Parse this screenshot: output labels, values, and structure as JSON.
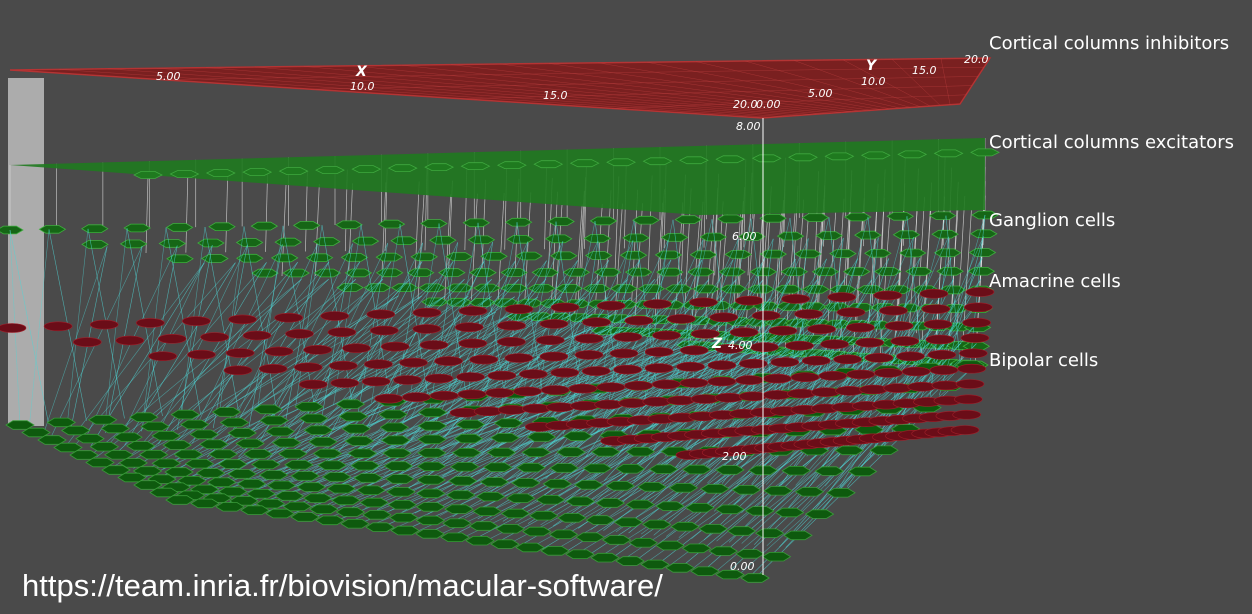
{
  "layer_labels": {
    "cortical_inhibitors": "Cortical columns inhibitors",
    "cortical_excitators": "Cortical columns excitators",
    "ganglion": "Ganglion cells",
    "amacrine": "Amacrine cells",
    "bipolar": "Bipolar cells"
  },
  "url": "https://team.inria.fr/biovision/macular-software/",
  "axes": {
    "x": {
      "name": "X",
      "ticks": [
        "5.00",
        "10.0",
        "15.0",
        "20.0"
      ]
    },
    "y": {
      "name": "Y",
      "ticks": [
        "0.00",
        "5.00",
        "10.0",
        "15.0",
        "20.0"
      ]
    },
    "z": {
      "name": "Z",
      "ticks": [
        "0.00",
        "2.00",
        "4.00",
        "6.00",
        "8.00"
      ]
    }
  },
  "colors": {
    "background": "#4a4a4a",
    "cortical_inhibitors": "#8b1a1a",
    "cortical_excitators": "#1f7a1f",
    "ganglion": "#166616",
    "amacrine": "#6b0d18",
    "bipolar": "#0e5a0e",
    "connections_cyan": "#4fd6d6",
    "connections_white": "#e6e6e6"
  }
}
